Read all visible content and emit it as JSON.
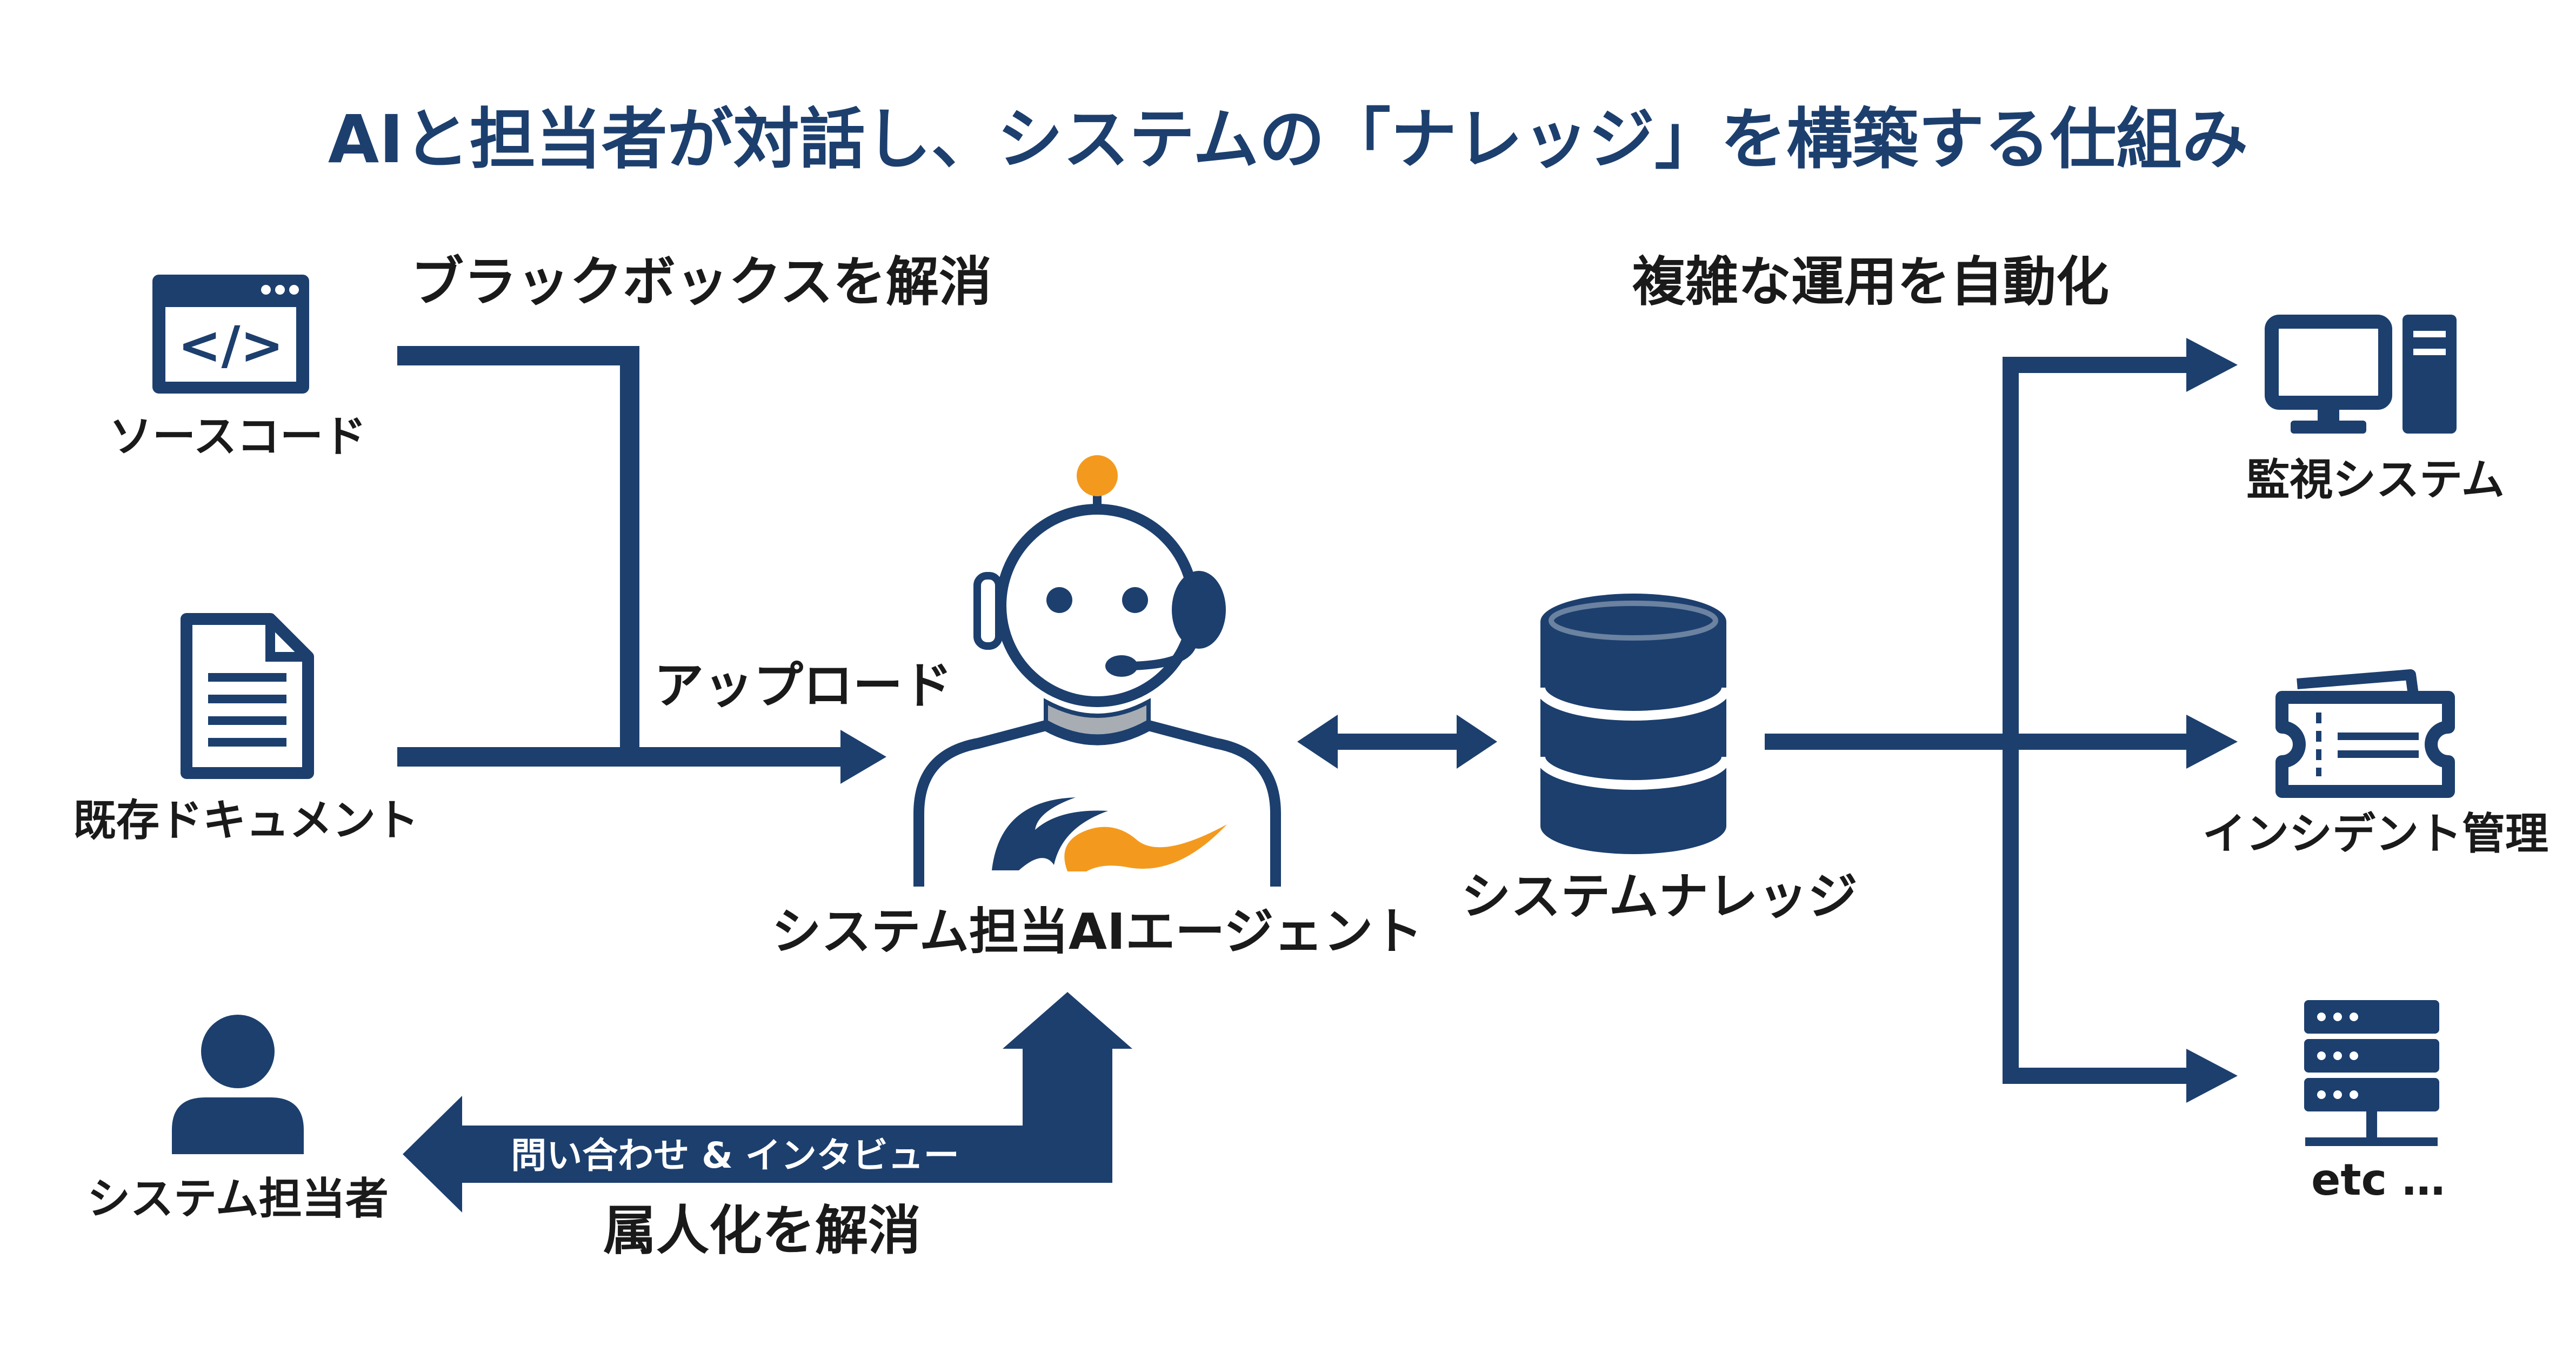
{
  "title": "AIと担当者が対話し、システムの「ナレッジ」を構築する仕組み",
  "colors": {
    "primary": "#1c3f6e",
    "accent": "#f39a1e",
    "muzzle": "#a7adb3",
    "background": "#ffffff"
  },
  "left": {
    "section_label": "ブラックボックスを解消",
    "upload_label": "アップロード",
    "source_code": {
      "icon": "code-window-icon",
      "label": "ソースコード"
    },
    "documents": {
      "icon": "document-icon",
      "label": "既存ドキュメント"
    },
    "person": {
      "icon": "person-icon",
      "label": "システム担当者"
    },
    "interview_label": "問い合わせ & インタビュー",
    "bottom_label": "属人化を解消"
  },
  "center": {
    "agent_icon": "robot-agent-icon",
    "agent_label": "システム担当AIエージェント"
  },
  "knowledge": {
    "icon": "database-icon",
    "label": "システムナレッジ"
  },
  "right": {
    "section_label": "複雑な運用を自動化",
    "targets": [
      {
        "icon": "computer-icon",
        "label": "監視システム"
      },
      {
        "icon": "ticket-icon",
        "label": "インシデント管理"
      },
      {
        "icon": "server-icon",
        "label": "etc …"
      }
    ]
  }
}
